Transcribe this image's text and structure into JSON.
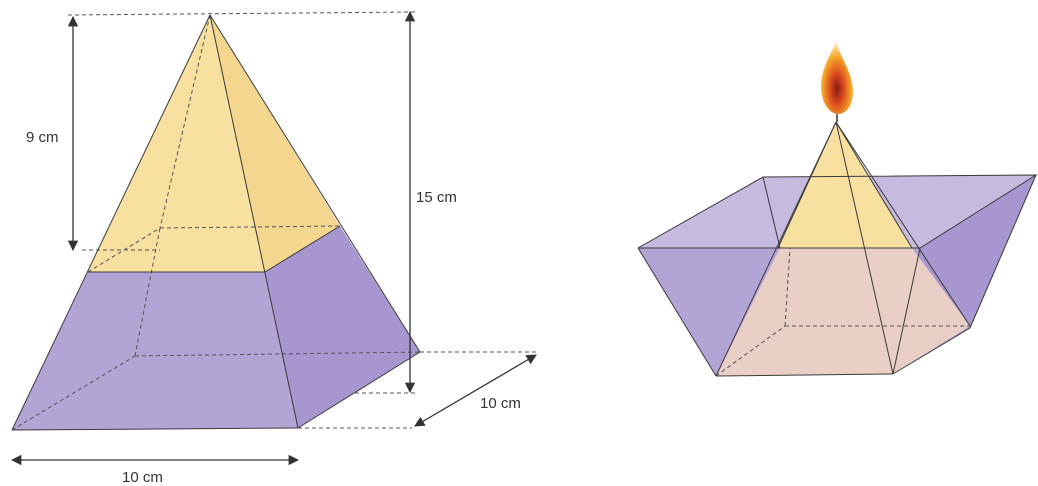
{
  "labels": {
    "top_height": "9 cm",
    "total_height": "15 cm",
    "depth": "10 cm",
    "base_width": "10 cm"
  },
  "colors": {
    "yellow": "#f8e0a0",
    "purple": "#b3a4d6",
    "tan": "#efd2c6",
    "edge": "#3a3a3a",
    "dim": "#333333"
  },
  "icons": {
    "flame": "candle-flame-icon"
  }
}
